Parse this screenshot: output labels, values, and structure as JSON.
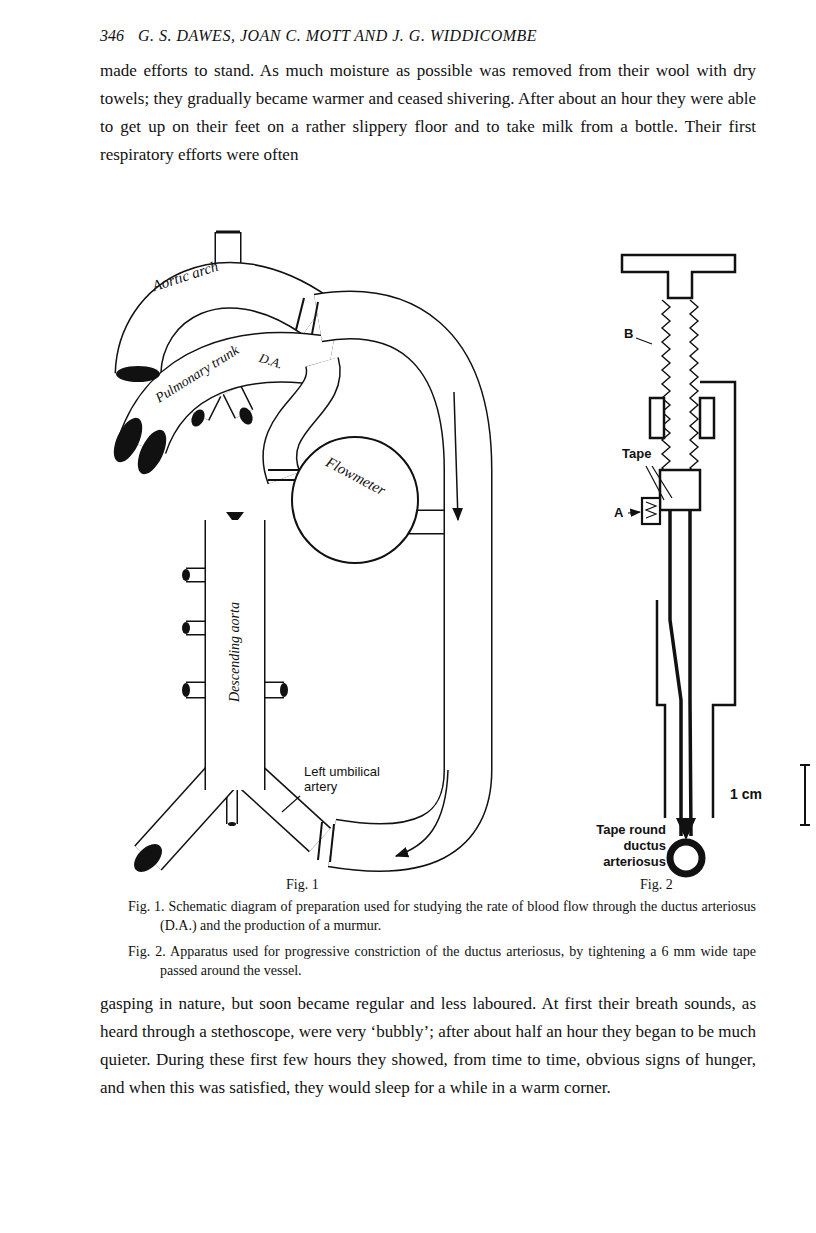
{
  "diagram": {
    "nodes": [
      {
        "text": [
          "Flowmeter"
        ]
      }
    ],
    "labels": [
      "346",
      "G. S. DAWES, JOAN C. MOTT AND J. G. WIDDICOMBE",
      "made efforts to stand. As much moisture as possible was removed from their wool with dry towels; they gradually became warmer and ceased shivering. After about an hour they were able to get up on their feet on a rather slippery floor and to take milk from a bottle. Their first respiratory efforts were often",
      "Aortic arch",
      "Pulmonary trunk",
      "D.A.",
      "Descending aorta",
      "Left umbilical artery",
      "B",
      "Tape",
      "A",
      "1 cm",
      "Tape round ductus arteriosus",
      "Fig. 1",
      "Fig. 2",
      "Fig. 1. Schematic diagram of preparation used for studying the rate of blood flow through the ductus arteriosus (D.A.) and the production of a murmur.",
      "Fig. 2. Apparatus used for progressive constriction of the ductus arteriosus, by tightening a 6 mm wide tape passed around the vessel.",
      "gasping in nature, but soon became regular and less laboured. At first their breath sounds, as heard through a stethoscope, were very ‘bubbly’; after about half an hour they began to be much quieter. During these first few hours they showed, from time to time, obvious signs of hunger, and when this was satisfied, they would sleep for a while in a warm corner."
    ]
  }
}
